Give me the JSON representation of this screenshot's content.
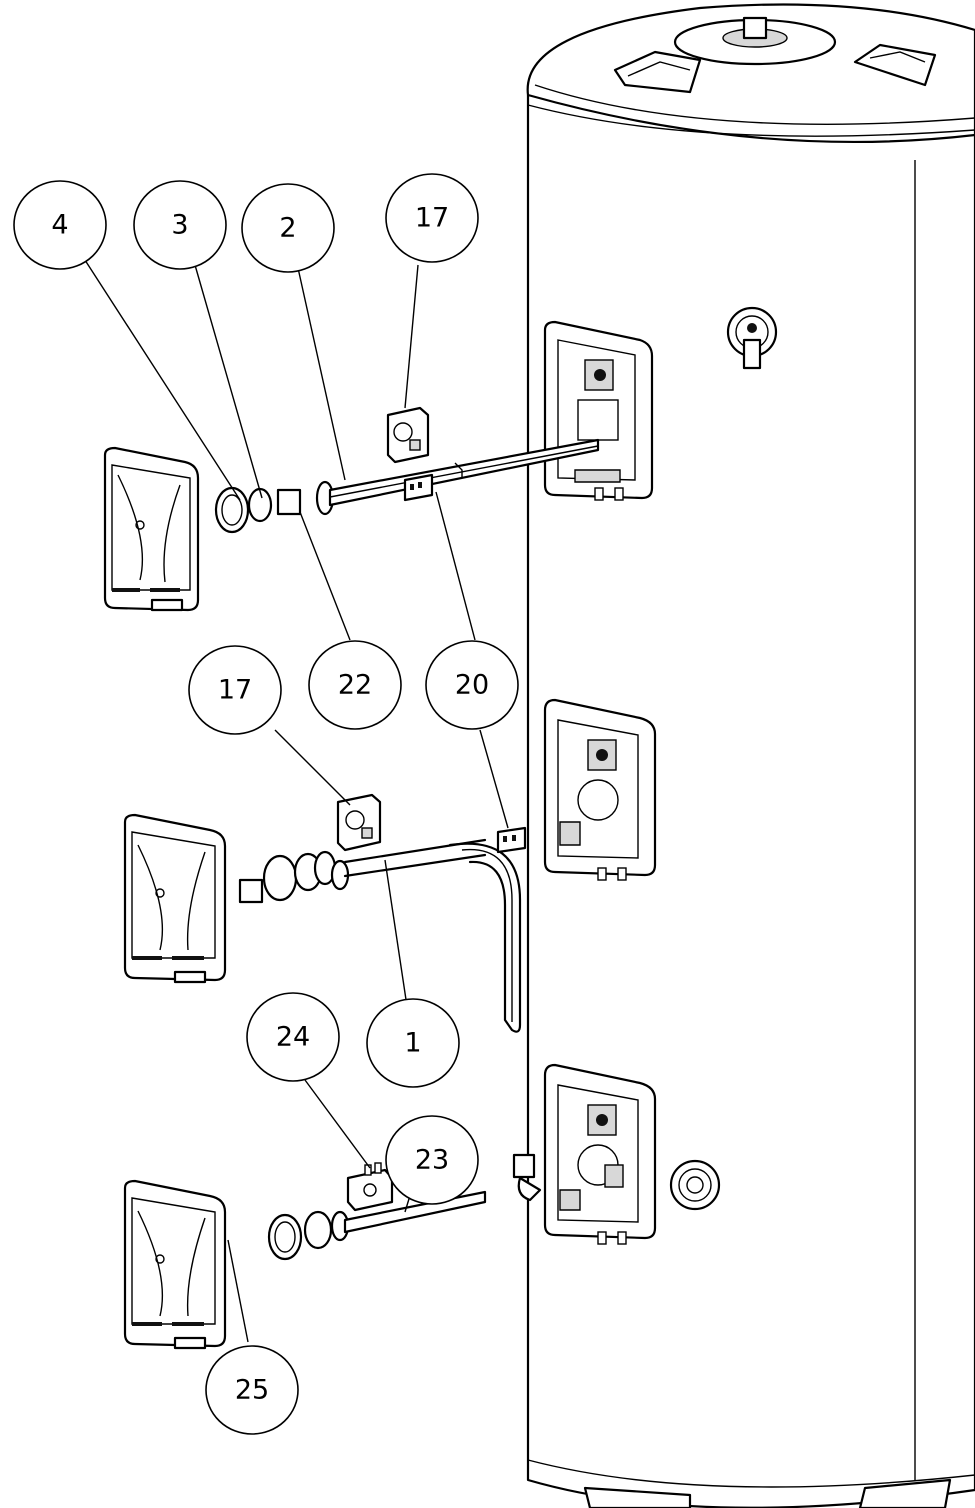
{
  "callouts": [
    {
      "id": "c4",
      "label": "4"
    },
    {
      "id": "c3",
      "label": "3"
    },
    {
      "id": "c2",
      "label": "2"
    },
    {
      "id": "c17a",
      "label": "17"
    },
    {
      "id": "c22",
      "label": "22"
    },
    {
      "id": "c20",
      "label": "20"
    },
    {
      "id": "c17b",
      "label": "17"
    },
    {
      "id": "c1",
      "label": "1"
    },
    {
      "id": "c24",
      "label": "24"
    },
    {
      "id": "c23",
      "label": "23"
    },
    {
      "id": "c25",
      "label": "25"
    }
  ]
}
